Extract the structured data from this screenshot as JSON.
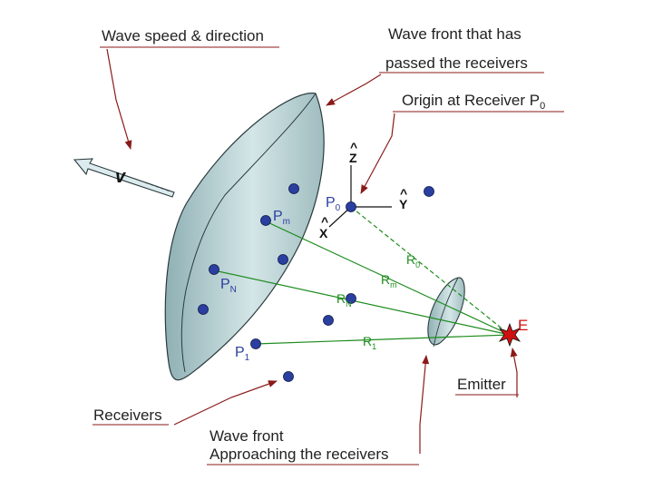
{
  "callouts": {
    "wave_speed": "Wave speed & direction",
    "passed_front_line1": "Wave front that has",
    "passed_front_line2": "passed the receivers",
    "origin": "Origin at Receiver P",
    "origin_sub": "0",
    "receivers": "Receivers",
    "approach_line1": "Wave front",
    "approach_line2": "Approaching the receivers",
    "emitter": "Emitter"
  },
  "symbols": {
    "velocity": "v",
    "emitter": "E"
  },
  "axes": {
    "x": "X",
    "y": "Y",
    "z": "Z",
    "hat": "^"
  },
  "points": {
    "p0": {
      "main": "P",
      "sub": "0"
    },
    "pm": {
      "main": "P",
      "sub": "m"
    },
    "pn": {
      "main": "P",
      "sub": "N"
    },
    "p1": {
      "main": "P",
      "sub": "1"
    }
  },
  "ranges": {
    "r0": {
      "main": "R",
      "sub": "0"
    },
    "rm": {
      "main": "R",
      "sub": "m"
    },
    "rn": {
      "main": "R",
      "sub": "N"
    },
    "r1": {
      "main": "R",
      "sub": "1"
    }
  },
  "colors": {
    "receiver": "#2b3fa0",
    "range_line": "#1e8c1e",
    "emitter": "#d01010",
    "callout_line": "#8b1a1a",
    "wavefront": "#a9c6c9"
  }
}
